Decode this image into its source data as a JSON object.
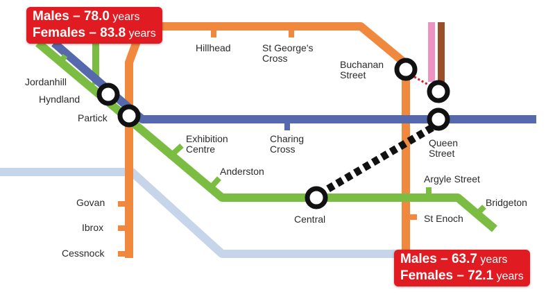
{
  "colors": {
    "subway_orange": "#f0883e",
    "blue_line": "#5569ac",
    "green_line": "#7bbd42",
    "pale_blue_line": "#c7d5ea",
    "pink_line": "#ec93c2",
    "brown_line": "#9a4e2a",
    "callout_red": "#e01b22",
    "interchange_dots": "#111111"
  },
  "stations": {
    "hillhead": "Hillhead",
    "st_georges_cross": "St George's\nCross",
    "buchanan_street": "Buchanan\nStreet",
    "jordanhill": "Jordanhill",
    "hyndland": "Hyndland",
    "partick": "Partick",
    "exhibition_centre": "Exhibition\nCentre",
    "charing_cross": "Charing\nCross",
    "queen_street": "Queen\nStreet",
    "anderston": "Anderston",
    "argyle_street": "Argyle Street",
    "bridgeton": "Bridgeton",
    "govan": "Govan",
    "ibrox": "Ibrox",
    "cessnock": "Cessnock",
    "central": "Central",
    "st_enoch": "St Enoch"
  },
  "callouts": {
    "west": {
      "males_prefix": "Males – ",
      "males_value": "78.0",
      "females_prefix": "Females – ",
      "females_value": "83.8",
      "unit": " years"
    },
    "east": {
      "males_prefix": "Males – ",
      "males_value": "63.7",
      "females_prefix": "Females – ",
      "females_value": "72.1",
      "unit": " years"
    }
  }
}
